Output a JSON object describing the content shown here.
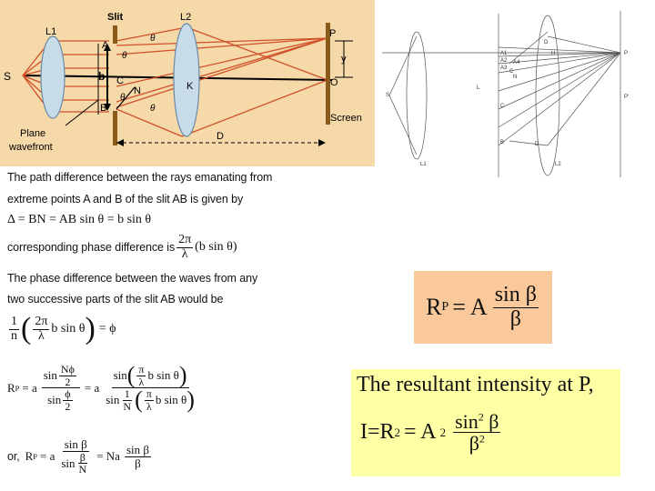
{
  "diagram_left": {
    "labels": {
      "source": "S",
      "lens1": "L1",
      "slit": "Slit",
      "lens2": "L2",
      "point_a": "A",
      "point_b": "B",
      "point_c": "C",
      "point_n": "N",
      "point_k": "K",
      "point_p": "P",
      "point_o": "O",
      "width_b": "b",
      "theta_top": "θ",
      "theta_a": "θ",
      "theta_n": "θ",
      "theta_bottom": "θ",
      "y_label": "y",
      "screen": "Screen",
      "plane_wavefront_1": "Plane",
      "plane_wavefront_2": "wavefront",
      "distance": "D"
    },
    "background_color": "#f5d9a8",
    "ray_color": "#d0502a"
  },
  "diagram_right": {
    "labels": {
      "s": "S",
      "l1": "L1",
      "l": "L",
      "p": "P",
      "d1": "D",
      "d2": "D",
      "l2": "L2",
      "a1": "A1",
      "a2": "A2",
      "a3": "A3",
      "a4": "A4",
      "b": "B",
      "c1": "C",
      "c2": "C",
      "n": "N",
      "h": "H",
      "p_prime": "P'"
    }
  },
  "derivation": {
    "line1": "The path difference between the rays emanating from",
    "line2": "extreme points A and B of the slit AB is given by",
    "delta_eq": "Δ = BN = AB sin θ = b sin θ",
    "phase_prefix": "corresponding phase difference is",
    "two_pi": "2π",
    "lambda": "λ",
    "b_sin_theta": "(b sin θ)",
    "line4": "The phase difference between the waves from any",
    "line5": "two successive parts of the slit AB would be",
    "one": "1",
    "n": "n",
    "eq_phi": "= ϕ",
    "rp_label": "R",
    "rp_sub": "P",
    "eq_a": "= a",
    "sin_nphi": "sin",
    "nphi": "Nϕ",
    "two": "2",
    "sin_phi": "sin",
    "phi": "ϕ",
    "pi": "π",
    "b_sin_theta_plain": "b sin θ",
    "N_cap": "N",
    "or_label": "or,",
    "sin_beta": "sin β",
    "sin_beta_over_n": "β",
    "eq_na": "= Na",
    "beta": "β",
    "sin_word": "sin"
  },
  "box_rp": {
    "background": "#f9c99b",
    "r": "R",
    "sub": "P",
    "eq": "= A",
    "num": "sin β",
    "den": "β"
  },
  "box_intensity": {
    "background": "#ffffa6",
    "title": "The resultant intensity at P,",
    "i_eq": "I=R",
    "sq": "2",
    "eq_a": "= A",
    "num_sin": "sin",
    "num_beta": "β",
    "den": "β"
  }
}
